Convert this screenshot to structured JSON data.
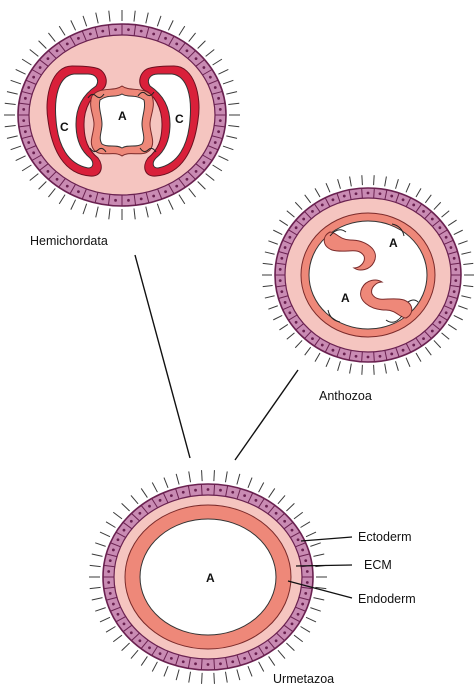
{
  "colors": {
    "ecto": "#c98bb3",
    "cell_border": "#6a2150",
    "cilia": "#3a3a3a",
    "inner_fill": "#f5c5c0",
    "endoderm": "#ee8879",
    "endoderm_dark": "#d9203a",
    "line": "#111111"
  },
  "diagrams": {
    "hemichordata": {
      "label": "Hemichordata",
      "cavity_a": "A",
      "cavity_c_left": "C",
      "cavity_c_right": "C"
    },
    "anthozoa": {
      "label": "Anthozoa",
      "cavity_a_top": "A",
      "cavity_a_bottom": "A"
    },
    "urmetazoa": {
      "label": "Urmetazoa",
      "cavity_a": "A"
    }
  },
  "callouts": {
    "ectoderm": "Ectoderm",
    "ecm": "ECM",
    "endoderm": "Endoderm"
  }
}
